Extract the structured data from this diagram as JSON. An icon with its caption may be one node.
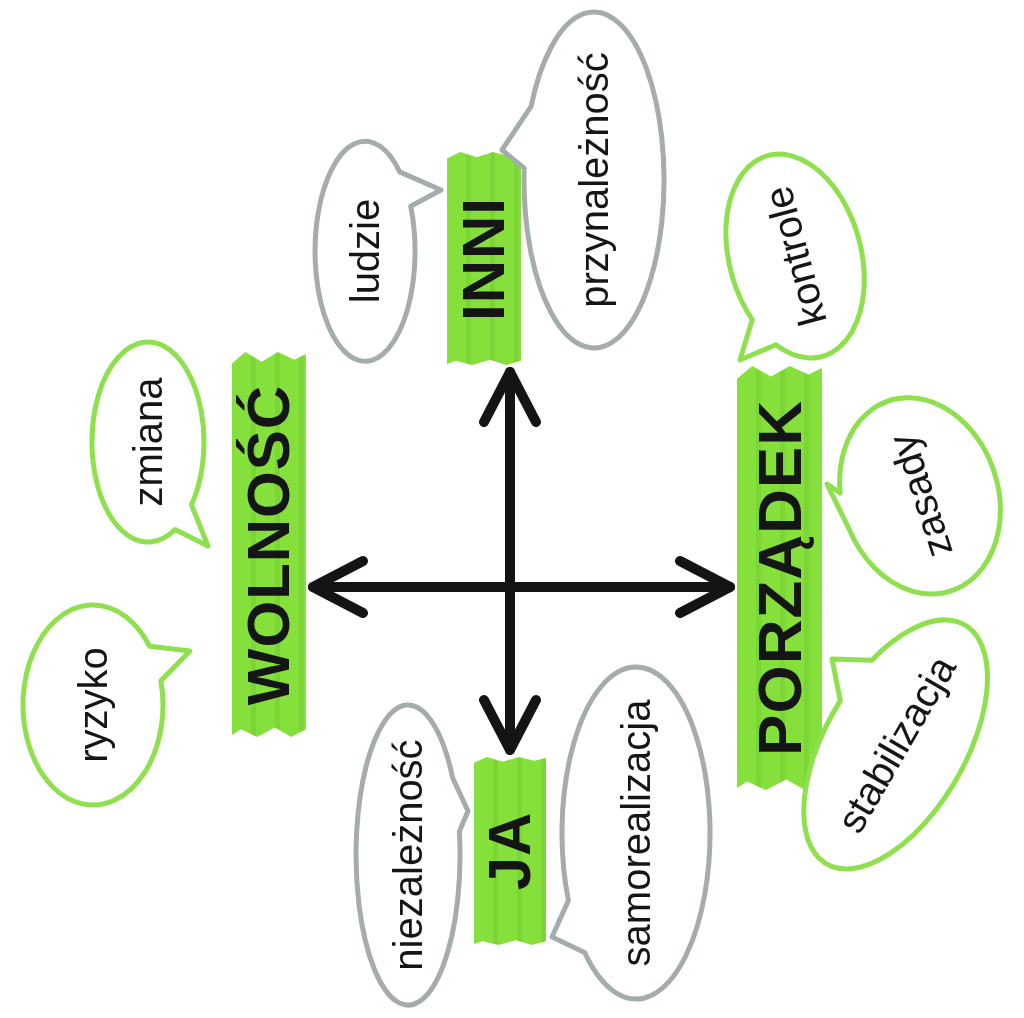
{
  "diagram": {
    "nodes": [
      {
        "text": [
          "INNI"
        ]
      },
      {
        "text": [
          "ludzie"
        ]
      },
      {
        "text": [
          "przynależność"
        ]
      },
      {
        "text": [
          "WOLNOŚĆ"
        ]
      },
      {
        "text": [
          "zmiana"
        ]
      },
      {
        "text": [
          "ryzyko"
        ]
      },
      {
        "text": [
          "PORZĄDEK"
        ]
      },
      {
        "text": [
          "kontrole"
        ]
      },
      {
        "text": [
          "zasady"
        ]
      },
      {
        "text": [
          "stabilizacja"
        ]
      },
      {
        "text": [
          "JA"
        ]
      },
      {
        "text": [
          "niezależność"
        ]
      },
      {
        "text": [
          "samorealizacja"
        ]
      }
    ],
    "edges": [
      {
        "from": 3,
        "to": 6,
        "arrow": "both"
      },
      {
        "from": 0,
        "to": 10,
        "arrow": "both"
      }
    ]
  }
}
